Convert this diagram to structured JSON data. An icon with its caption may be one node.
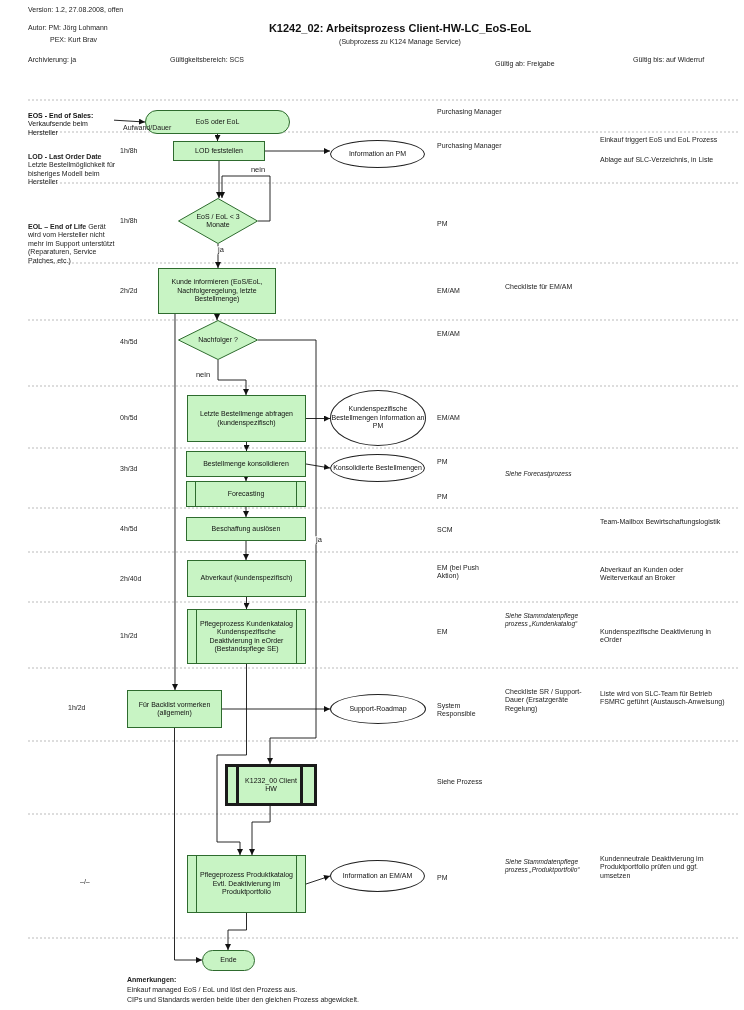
{
  "diagram": {
    "title": "K1242_02: Arbeitsprozess Client-HW-LC_EoS-EoL",
    "nodes": [
      {
        "text": [
          "**EOS - End of Sales:** Verkaufsende beim Hersteller"
        ]
      },
      {
        "text": [
          "EoS oder EoL"
        ]
      },
      {
        "text": [
          "LOD feststellen"
        ]
      },
      {
        "text": [
          "Information an PM"
        ]
      },
      {
        "text": [
          "EoS / EoL < 3 Monate"
        ]
      },
      {
        "text": [
          "Kunde informieren (EoS/EoL, Nachfolgeregelung, letzte Bestellmenge)"
        ]
      },
      {
        "text": [
          "Nachfolger ?"
        ]
      },
      {
        "text": [
          "Letzte Bestellmenge abfragen (kundenspezifisch)"
        ]
      },
      {
        "text": [
          "Kundenspezifische Bestellmengen Information an PM"
        ]
      },
      {
        "text": [
          "Bestellmenge konsolidieren"
        ]
      },
      {
        "text": [
          "Konsolidierte Bestellmengen"
        ]
      },
      {
        "text": [
          "Forecasting"
        ]
      },
      {
        "text": [
          "Beschaffung auslösen"
        ]
      },
      {
        "text": [
          "Abverkauf (kundenspezifisch)"
        ]
      },
      {
        "text": [
          "Pflegeprozess Kundenkatalog Kundenspezifische Deaktivierung in eOrder (Bestandspflege SE)"
        ]
      },
      {
        "text": [
          "Für Backlist vormerken (allgemein)"
        ]
      },
      {
        "text": [
          "Support-Roadmap"
        ]
      },
      {
        "text": [
          "K1232_00 Client HW"
        ]
      },
      {
        "text": [
          "Pflegeprozess Produktkatalog Evtl. Deaktivierung im Produktportfolio"
        ]
      },
      {
        "text": [
          "Information an EM/AM"
        ]
      },
      {
        "text": [
          "Ende"
        ]
      }
    ],
    "edges": [
      {
        "from": 0,
        "to": 1,
        "arrow": "to"
      },
      {
        "from": 1,
        "to": 2,
        "arrow": "to"
      },
      {
        "from": 2,
        "to": 3,
        "arrow": "to"
      },
      {
        "from": 2,
        "to": 4,
        "arrow": "to"
      },
      {
        "from": 4,
        "to": 4,
        "arrow": "to",
        "label": "nein"
      },
      {
        "from": 4,
        "to": 5,
        "arrow": "to",
        "label": "ja"
      },
      {
        "from": 5,
        "to": 6,
        "arrow": "to"
      },
      {
        "from": 6,
        "to": 7,
        "arrow": "to",
        "label": "nein"
      },
      {
        "from": 7,
        "to": 8,
        "arrow": "to"
      },
      {
        "from": 7,
        "to": 9,
        "arrow": "to"
      },
      {
        "from": 9,
        "to": 10,
        "arrow": "to"
      },
      {
        "from": 9,
        "to": 11,
        "arrow": "to"
      },
      {
        "from": 11,
        "to": 12,
        "arrow": "to"
      },
      {
        "from": 12,
        "to": 13,
        "arrow": "to"
      },
      {
        "from": 13,
        "to": 14,
        "arrow": "to"
      },
      {
        "from": 6,
        "to": 17,
        "arrow": "to",
        "label": "ja"
      },
      {
        "from": 5,
        "to": 15,
        "arrow": "to"
      },
      {
        "from": 15,
        "to": 16,
        "arrow": "to"
      },
      {
        "from": 15,
        "to": 20,
        "arrow": "to"
      },
      {
        "from": 14,
        "to": 18,
        "arrow": "to"
      },
      {
        "from": 17,
        "to": 18,
        "arrow": "to"
      },
      {
        "from": 18,
        "to": 19,
        "arrow": "to"
      },
      {
        "from": 18,
        "to": 20,
        "arrow": "to"
      }
    ],
    "labels": [
      "Version: 1.2, 27.08.2008, offen",
      "Autor: PM: Jörg Lohmann",
      "PEX: Kurt Brav",
      "(Subprozess zu K124 Manage Service)",
      "Archivierung: ja",
      "Gültigkeitsbereich: SCS",
      "Gültig ab: Freigabe",
      "Gültig bis: auf Widerruf",
      "Aufwand/Dauer",
      "Purchasing Manager",
      "1h/8h",
      "Purchasing Manager",
      "Einkauf triggert EoS und EoL Prozess",
      "Ablage auf SLC-Verzeichnis, in Liste",
      "**LOD - Last Order Date** Letzte Bestellmöglichkeit für bisheriges Modell beim Hersteller",
      "1h/8h",
      "PM",
      "**EOL – End of Life** Gerät wird vom Hersteller nicht mehr im Support unterstützt (Reparaturen, Service Patches, etc.)",
      "2h/2d",
      "EM/AM",
      "Checkliste für EM/AM",
      "EM/AM",
      "4h/5d",
      "0h/5d",
      "EM/AM",
      "PM",
      "3h/3d",
      "Siehe Forecastprozess",
      "PM",
      "4h/5d",
      "SCM",
      "Team-Mailbox Bewirtschaftungslogistik",
      "2h/40d",
      "EM (bei Push Aktion)",
      "Abverkauf an Kunden oder Weiterverkauf an Broker",
      "1h/2d",
      "EM",
      "Siehe Stammdatenpflege prozess „Kundenkatalog“",
      "Kundenspezifische Deaktivierung in eOrder",
      "1h/2d",
      "System Responsible",
      "Checkliste SR / Support-Dauer (Ersatzgeräte Regelung)",
      "Liste wird von SLC-Team für Betrieb FSMRC geführt (Austausch-Anweisung)",
      "Siehe Prozess",
      "–/–",
      "PM",
      "Siehe Stammdatenpflege prozess „Produktportfolio“",
      "Kundenneutrale Deaktivierung im Produktportfolio prüfen und ggf. umsetzen",
      "Anmerkungen:",
      "Einkauf managed EoS / EoL und löst den Prozess aus.",
      "CIPs und Standards werden beide über den gleichen Prozess abgewickelt."
    ]
  }
}
